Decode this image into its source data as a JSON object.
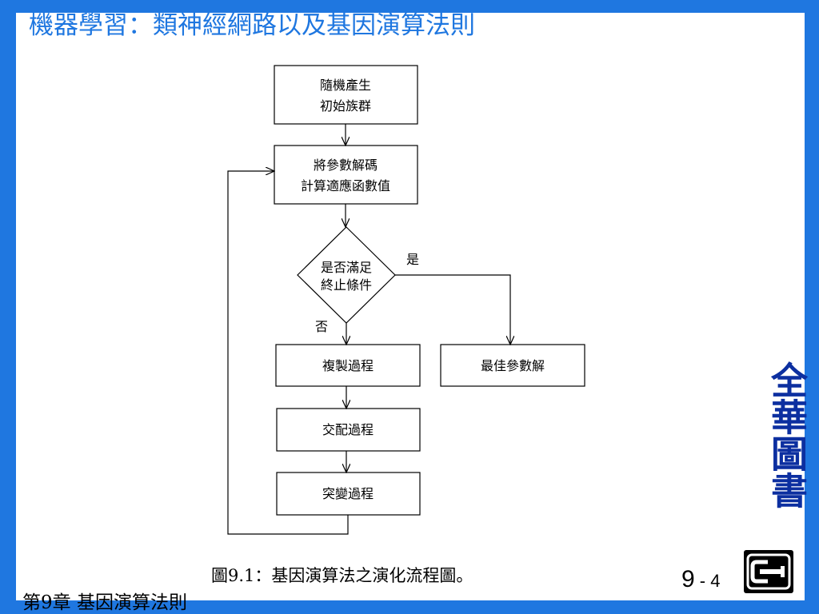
{
  "header": {
    "title": "機器學習：類神經網路以及基因演算法則"
  },
  "flowchart": {
    "nodes": {
      "init": {
        "lines": [
          "隨機產生",
          "初始族群"
        ]
      },
      "evaluate": {
        "lines": [
          "將參數解碼",
          "計算適應函數值"
        ]
      },
      "decision": {
        "lines": [
          "是否滿足",
          "終止條件"
        ]
      },
      "copy": {
        "label": "複製過程"
      },
      "crossover": {
        "label": "交配過程"
      },
      "mutation": {
        "label": "突變過程"
      },
      "best": {
        "label": "最佳參數解"
      }
    },
    "edge_labels": {
      "yes": "是",
      "no": "否"
    }
  },
  "caption": "圖9.1：基因演算法之演化流程圖。",
  "footer": {
    "chapter": "第9章 基因演算法則",
    "page_chapter": "9",
    "page_sep": " - ",
    "page_number": "4"
  },
  "publisher": {
    "name": "全華圖書"
  },
  "colors": {
    "frame": "#1f77e0",
    "title": "#1f77e0",
    "publisher": "#0c2fa0"
  }
}
